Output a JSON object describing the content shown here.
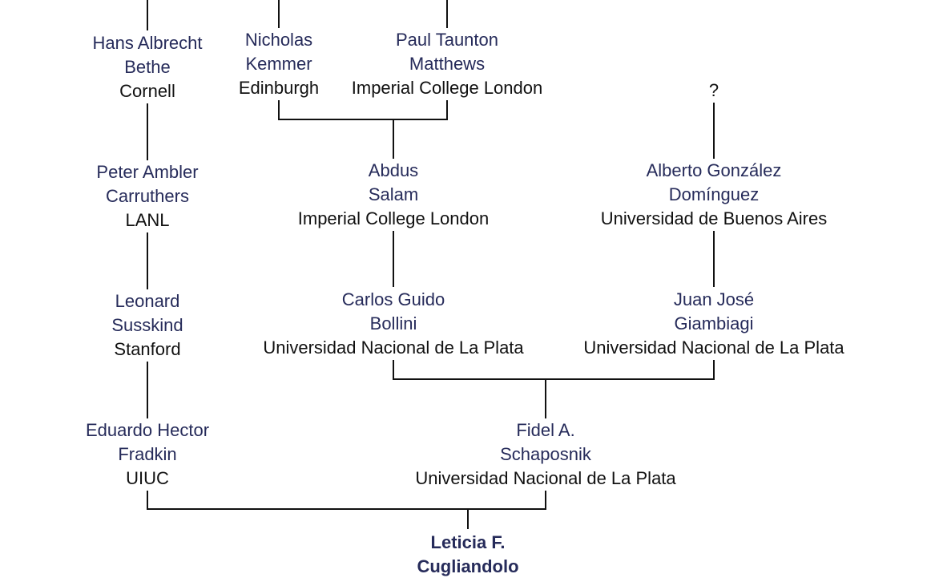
{
  "tree": {
    "nodes": {
      "bethe": {
        "line1": "Hans Albrecht",
        "line2": "Bethe",
        "institution": "Cornell"
      },
      "kemmer": {
        "line1": "Nicholas",
        "line2": "Kemmer",
        "institution": "Edinburgh"
      },
      "matthews": {
        "line1": "Paul Taunton",
        "line2": "Matthews",
        "institution": "Imperial College London"
      },
      "unknown": {
        "label": "?"
      },
      "carruthers": {
        "line1": "Peter Ambler",
        "line2": "Carruthers",
        "institution": "LANL"
      },
      "salam": {
        "line1": "Abdus",
        "line2": "Salam",
        "institution": "Imperial College London"
      },
      "gonzalez": {
        "line1": "Alberto González",
        "line2": "Domínguez",
        "institution": "Universidad de Buenos Aires"
      },
      "susskind": {
        "line1": "Leonard",
        "line2": "Susskind",
        "institution": "Stanford"
      },
      "bollini": {
        "line1": "Carlos Guido",
        "line2": "Bollini",
        "institution": "Universidad Nacional de La Plata"
      },
      "giambiagi": {
        "line1": "Juan José",
        "line2": "Giambiagi",
        "institution": "Universidad Nacional de La Plata"
      },
      "fradkin": {
        "line1": "Eduardo Hector",
        "line2": "Fradkin",
        "institution": "UIUC"
      },
      "schaposnik": {
        "line1": "Fidel A.",
        "line2": "Schaposnik",
        "institution": "Universidad Nacional de La Plata"
      },
      "cugliandolo": {
        "line1": "Leticia F.",
        "line2": "Cugliandolo"
      }
    }
  }
}
